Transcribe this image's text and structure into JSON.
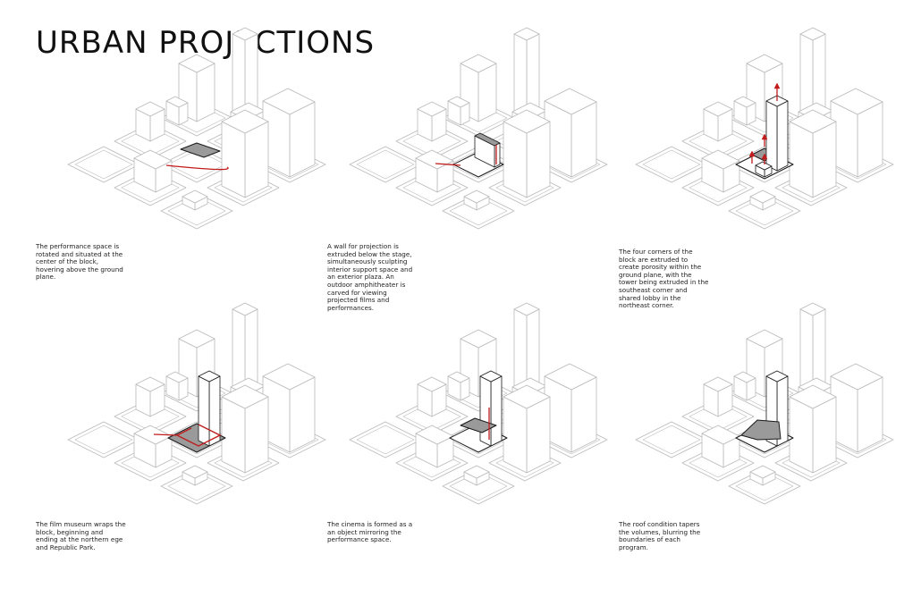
{
  "title": "URBAN PROJECTIONS",
  "colors": {
    "block_stroke": "#b9b9b9",
    "highlight_stroke": "#1a1a1a",
    "fill_grey": "#9a9a9a",
    "arrow_red": "#c21b1b"
  },
  "steps": [
    {
      "caption": "The performance space is\nrotated and situated at the\ncenter of the block,\nhovering above the ground\nplane."
    },
    {
      "caption": "A wall for projection is\nextruded below the stage,\nsimultaneously sculpting\ninterior support space and\nan exterior plaza. An\noutdoor amphitheater is\ncarved for viewing\nprojected films and\nperformances."
    },
    {
      "caption": "The four corners of the\nblock are extruded to\ncreate porosity within the\nground plane, with the\ntower being extruded in the\nsoutheast corner and\nshared lobby in the\nnortheast corner."
    },
    {
      "caption": "The film museum wraps the\nblock, beginning and\nending at the northern ege\nand Republic Park."
    },
    {
      "caption": "The cinema is formed as a\nan object mirroring the\nperformance space."
    },
    {
      "caption": "The roof condition tapers\nthe volumes, blurring the\nboundaries of each\nprogram."
    }
  ]
}
